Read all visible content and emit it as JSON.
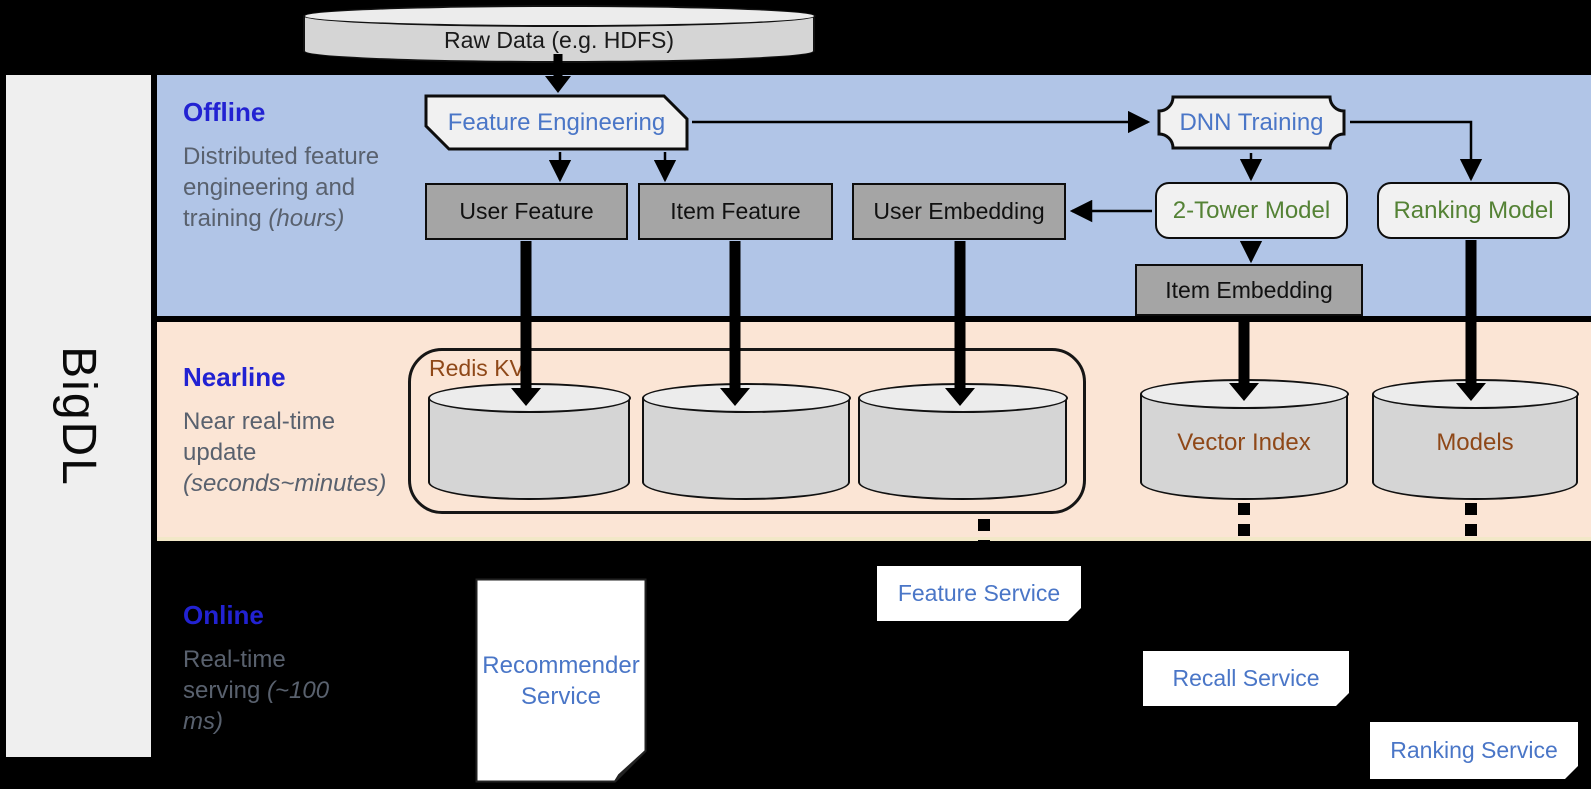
{
  "colors": {
    "band_blue": "#b1c5e7",
    "band_peach": "#fbe5d5",
    "peach_edge": "#f2e8c8",
    "sidebar_bg": "#efefef",
    "gray_box": "#a5a5a5",
    "light_shape": "#f1f1f1",
    "cyl_body": "#d5d5d5",
    "cyl_top": "#ececec",
    "text_blue": "#4a76c7",
    "text_green": "#548235",
    "text_brown": "#8f4818",
    "heading_blue": "#2222d2",
    "body_text": "#59616e",
    "canvas_bg": "#000000"
  },
  "sidebar": {
    "brand": "BigDL"
  },
  "source": {
    "raw_data": "Raw Data (e.g. HDFS)"
  },
  "bands": {
    "offline": {
      "title": "Offline",
      "desc": "Distributed feature engineering and training",
      "note": "(hours)"
    },
    "nearline": {
      "title": "Nearline",
      "desc": "Near real-time update",
      "note": "(seconds~minutes)"
    },
    "online": {
      "title": "Online",
      "desc": "Real-time serving",
      "note": "(~100 ms)"
    }
  },
  "offline_nodes": {
    "feature_engineering": "Feature Engineering",
    "dnn_training": "DNN Training",
    "user_feature": "User Feature",
    "item_feature": "Item Feature",
    "user_embedding": "User Embedding",
    "two_tower_model": "2-Tower Model",
    "ranking_model": "Ranking Model",
    "item_embedding": "Item Embedding"
  },
  "nearline_nodes": {
    "redis_kv": "Redis KV",
    "vector_index": "Vector Index",
    "models": "Models"
  },
  "online_nodes": {
    "recommender_service": "Recommender Service",
    "feature_service": "Feature Service",
    "recall_service": "Recall Service",
    "ranking_service": "Ranking Service"
  }
}
